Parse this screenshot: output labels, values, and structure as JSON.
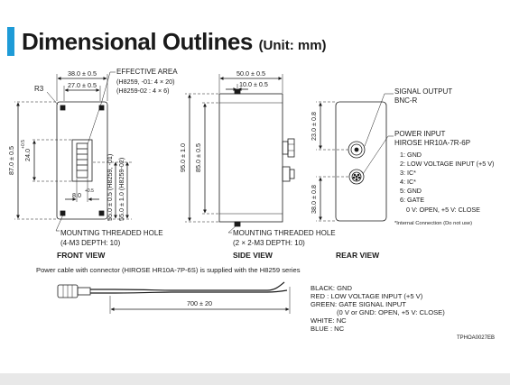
{
  "header": {
    "title": "Dimensional Outlines",
    "unit": "(Unit: mm)"
  },
  "front_view": {
    "label": "FRONT VIEW",
    "dim_width": "38.0 ± 0.5",
    "dim_inner": "27.0 ± 0.5",
    "radius": "R3",
    "effective_area_title": "EFFECTIVE AREA",
    "effective_area_1": "(H8259, -01: 4 × 20)",
    "effective_area_2": "(H8259-02  : 4 × 6)",
    "dim_height": "87.0 ± 0.5",
    "dim_area_height": "24.0",
    "dim_area_height_tol": "+0.5",
    "dim_area_width": "8.0",
    "dim_area_width_tol": "+0.5",
    "dim_offset_1": "55.0 ± 0.5 (H8259, -01)",
    "dim_offset_2": "55.0 ± 1.0 (H8259-02)",
    "mount_hole_1": "MOUNTING THREADED HOLE",
    "mount_hole_2": "(4-M3 DEPTH: 10)"
  },
  "side_view": {
    "label": "SIDE VIEW",
    "dim_depth": "50.0 ± 0.5",
    "dim_inner": "10.0 ± 0.5",
    "dim_height_outer": "95.0 ± 1.0",
    "dim_height_inner": "85.0 ± 0.5",
    "mount_hole_1": "MOUNTING THREADED HOLE",
    "mount_hole_2": "(2 × 2-M3 DEPTH: 10)"
  },
  "rear_view": {
    "label": "REAR VIEW",
    "dim_top": "23.0 ± 0.8",
    "dim_bottom": "38.0 ± 0.8",
    "signal_output_1": "SIGNAL OUTPUT",
    "signal_output_2": "BNC-R",
    "power_input_1": "POWER INPUT",
    "power_input_2": "HIROSE HR10A-7R-6P",
    "pins": [
      "1: GND",
      "2: LOW VOLTAGE INPUT (+5 V)",
      "3: IC*",
      "4: IC*",
      "5: GND",
      "6: GATE"
    ],
    "gate_note": "0 V: OPEN, +5 V: CLOSE",
    "internal_note": "*Internal Connection (Do not use)"
  },
  "cable": {
    "caption": "Power cable with connector  (HIROSE HR10A-7P-6S) is supplied with the H8259 series",
    "length": "700 ± 20",
    "wires": [
      {
        "color": "BLACK",
        "desc": ": GND"
      },
      {
        "color": "RED",
        "desc": "   : LOW VOLTAGE INPUT (+5 V)"
      },
      {
        "color": "GREEN",
        "desc": ": GATE SIGNAL INPUT"
      },
      {
        "color": "",
        "desc": "(0 V or GND: OPEN, +5 V: CLOSE)"
      },
      {
        "color": "WHITE",
        "desc": ": NC"
      },
      {
        "color": "BLUE",
        "desc": "  : NC"
      }
    ]
  },
  "doc_code": "TPHOA0027EB"
}
